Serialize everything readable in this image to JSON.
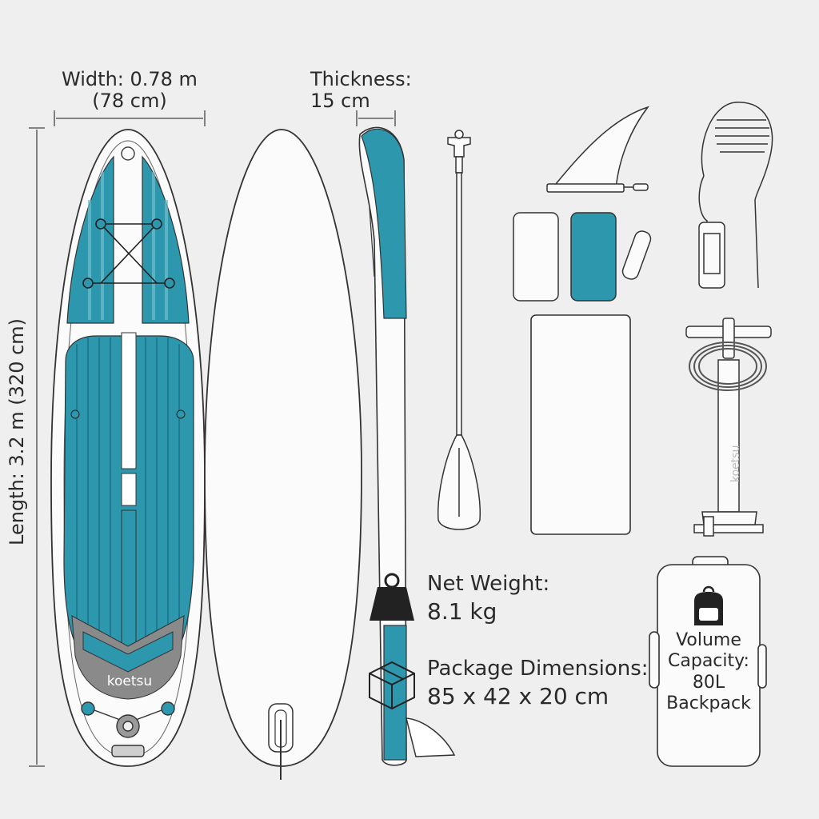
{
  "labels": {
    "width": "Width: 0.78 m",
    "width_cm": "(78 cm)",
    "thickness": "Thickness:",
    "thickness_cm": "15 cm",
    "length": "Length: 3.2 m (320 cm)",
    "net_weight": "Net Weight:",
    "net_weight_value": "8.1 kg",
    "package": "Package Dimensions:",
    "package_value": "85 x 42 x 20 cm",
    "volume_1": "Volume",
    "volume_2": "Capacity:",
    "volume_3": "80L",
    "volume_4": "Backpack"
  },
  "brand": "koetsu",
  "brand_pump": "koetsu",
  "colors": {
    "teal": "#2c97ad",
    "teal_light": "#5db5c6",
    "outline": "#333333",
    "background": "#efefef",
    "gray": "#8a8a8a"
  },
  "icons": [
    "weight-icon",
    "package-box-icon",
    "backpack-icon"
  ]
}
